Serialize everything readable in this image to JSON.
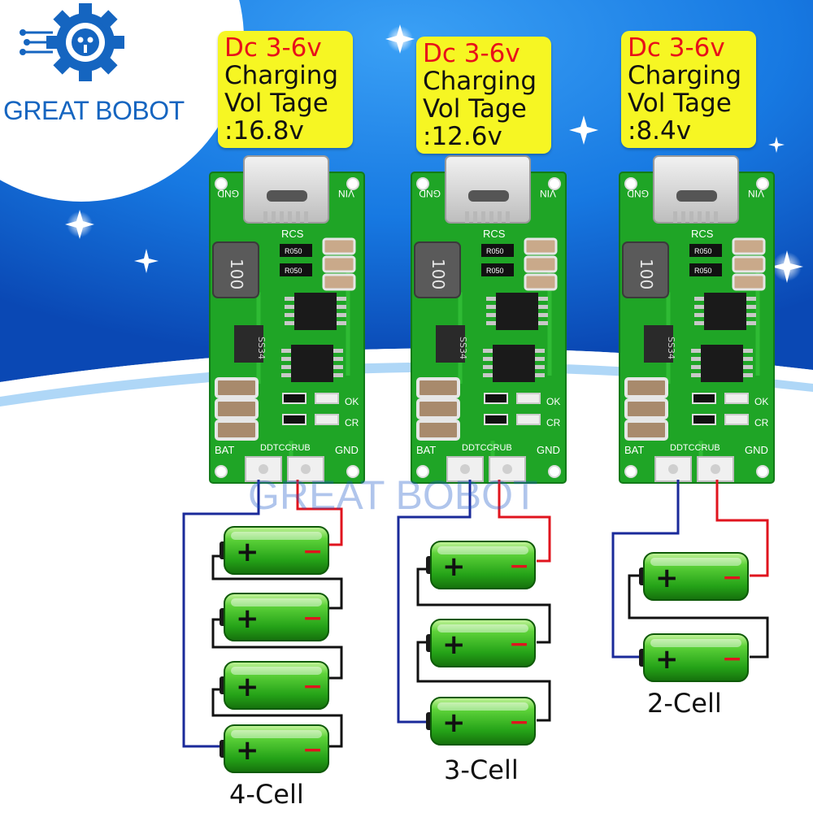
{
  "brand": {
    "name": "GREAT BOBOT",
    "watermark": "GREAT BOBOT",
    "logo_icon": "gear-robot-icon",
    "colors": {
      "brand_blue": "#1565c0",
      "pcb_green": "#1fa526",
      "label_yellow": "#f6f623",
      "accent_red": "#e8101a"
    }
  },
  "modules": [
    {
      "input": "Dc 3-6v",
      "line1": "Charging",
      "line2": "Vol Tage",
      "voltage": ":16.8v",
      "cells": 4,
      "cell_label": "4-Cell"
    },
    {
      "input": "Dc 3-6v",
      "line1": "Charging",
      "line2": "Vol Tage",
      "voltage": ":12.6v",
      "cells": 3,
      "cell_label": "3-Cell"
    },
    {
      "input": "Dc 3-6v",
      "line1": "Charging",
      "line2": "Vol Tage",
      "voltage": ":8.4v",
      "cells": 2,
      "cell_label": "2-Cell"
    }
  ],
  "pcb": {
    "gnd_top": "GND",
    "vin": "VIN",
    "rcs": "RCS",
    "r050": "R050",
    "inductor": "100",
    "diode": "SS34",
    "ok": "OK",
    "cr": "CR",
    "bat": "BAT",
    "ddtcc": "DDTCCRUB",
    "gnd_bottom": "GND"
  },
  "battery": {
    "plus": "+",
    "minus": "−"
  }
}
